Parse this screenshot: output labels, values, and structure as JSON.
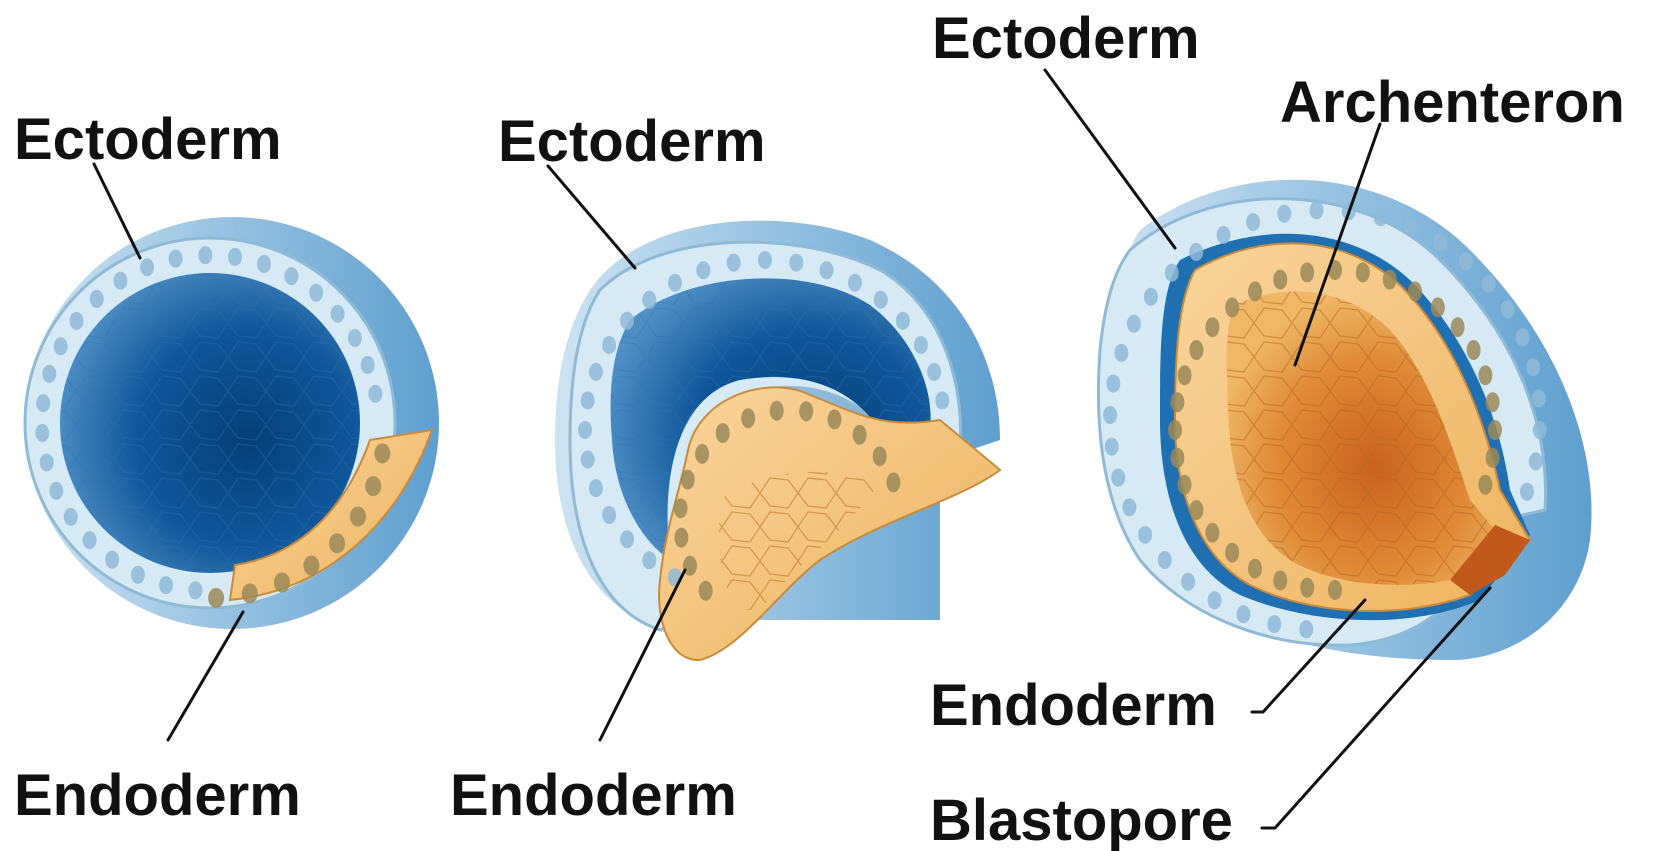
{
  "labels": {
    "stage1_ectoderm": "Ectoderm",
    "stage1_endoderm": "Endoderm",
    "stage2_ectoderm": "Ectoderm",
    "stage2_endoderm": "Endoderm",
    "stage3_ectoderm": "Ectoderm",
    "stage3_archenteron": "Archenteron",
    "stage3_endoderm": "Endoderm",
    "stage3_blastopore": "Blastopore"
  },
  "colors": {
    "ectoderm_cell": "#d6eaf6",
    "ectoderm_edge": "#8fbad6",
    "blastocoel_dark": "#0b4f8c",
    "blastocoel_light": "#4d8fc4",
    "endoderm_cell": "#f6c98a",
    "endoderm_nucleus": "#9a8a58",
    "archenteron": "#d9802e",
    "label_text": "#111111"
  }
}
